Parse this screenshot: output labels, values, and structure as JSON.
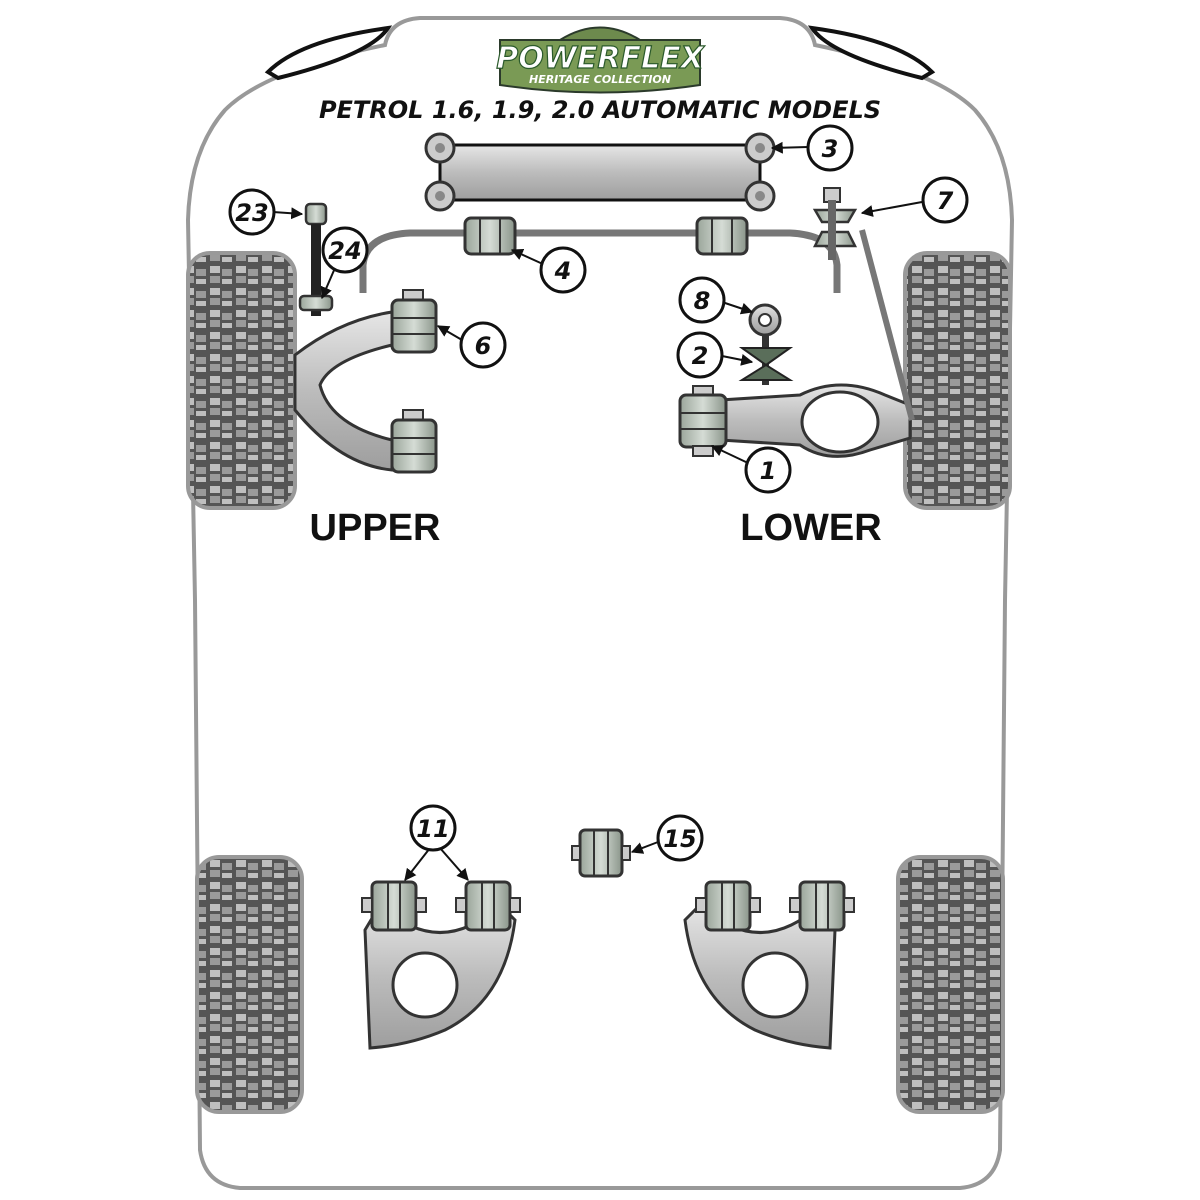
{
  "brand": {
    "logo_text": "POWERFLEX",
    "logo_subtext": "HERITAGE COLLECTION",
    "logo_color": "#7a9a55"
  },
  "subtitle": "PETROL 1.6, 1.9, 2.0 AUTOMATIC MODELS",
  "sections": {
    "upper": "UPPER",
    "lower": "LOWER"
  },
  "callouts": {
    "c1": "1",
    "c2": "2",
    "c3": "3",
    "c4": "4",
    "c6": "6",
    "c7": "7",
    "c8": "8",
    "c11": "11",
    "c15": "15",
    "c23": "23",
    "c24": "24"
  },
  "colors": {
    "body_outline": "#999999",
    "part_grey": "#c8c8c8",
    "bush_green": "#5a6e5a",
    "tyre_dark": "#4a4a4a"
  }
}
